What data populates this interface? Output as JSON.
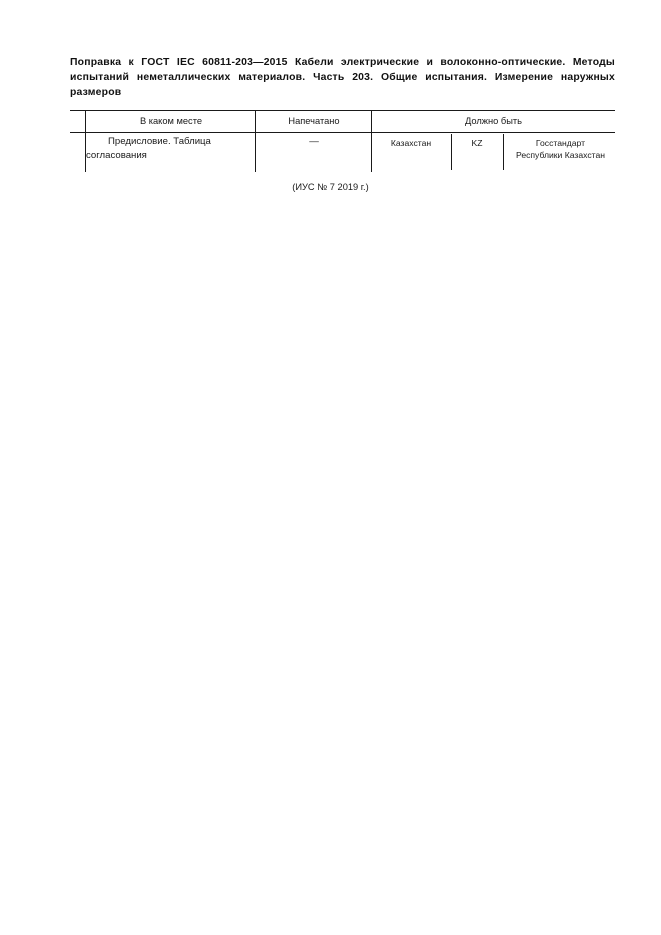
{
  "document": {
    "title": "Поправка к ГОСТ IEC 60811-203—2015 Кабели электрические и волоконно-оптические. Методы испытаний неметаллических материалов. Часть 203. Общие испытания. Измерение наружных размеров",
    "footer_note": "(ИУС № 7  2019 г.)"
  },
  "table": {
    "headers": {
      "where": "В каком месте",
      "printed": "Напечатано",
      "should_be": "Должно быть"
    },
    "rows": [
      {
        "where": "Предисловие. Таблица согласования",
        "printed": "—",
        "should_be": {
          "country": "Казахстан",
          "code": "KZ",
          "authority_line1": "Госстандарт",
          "authority_line2": "Республики Казахстан"
        }
      }
    ]
  },
  "colors": {
    "text": "#1a1a1a",
    "rule": "#1a1a1a",
    "background": "#ffffff"
  }
}
